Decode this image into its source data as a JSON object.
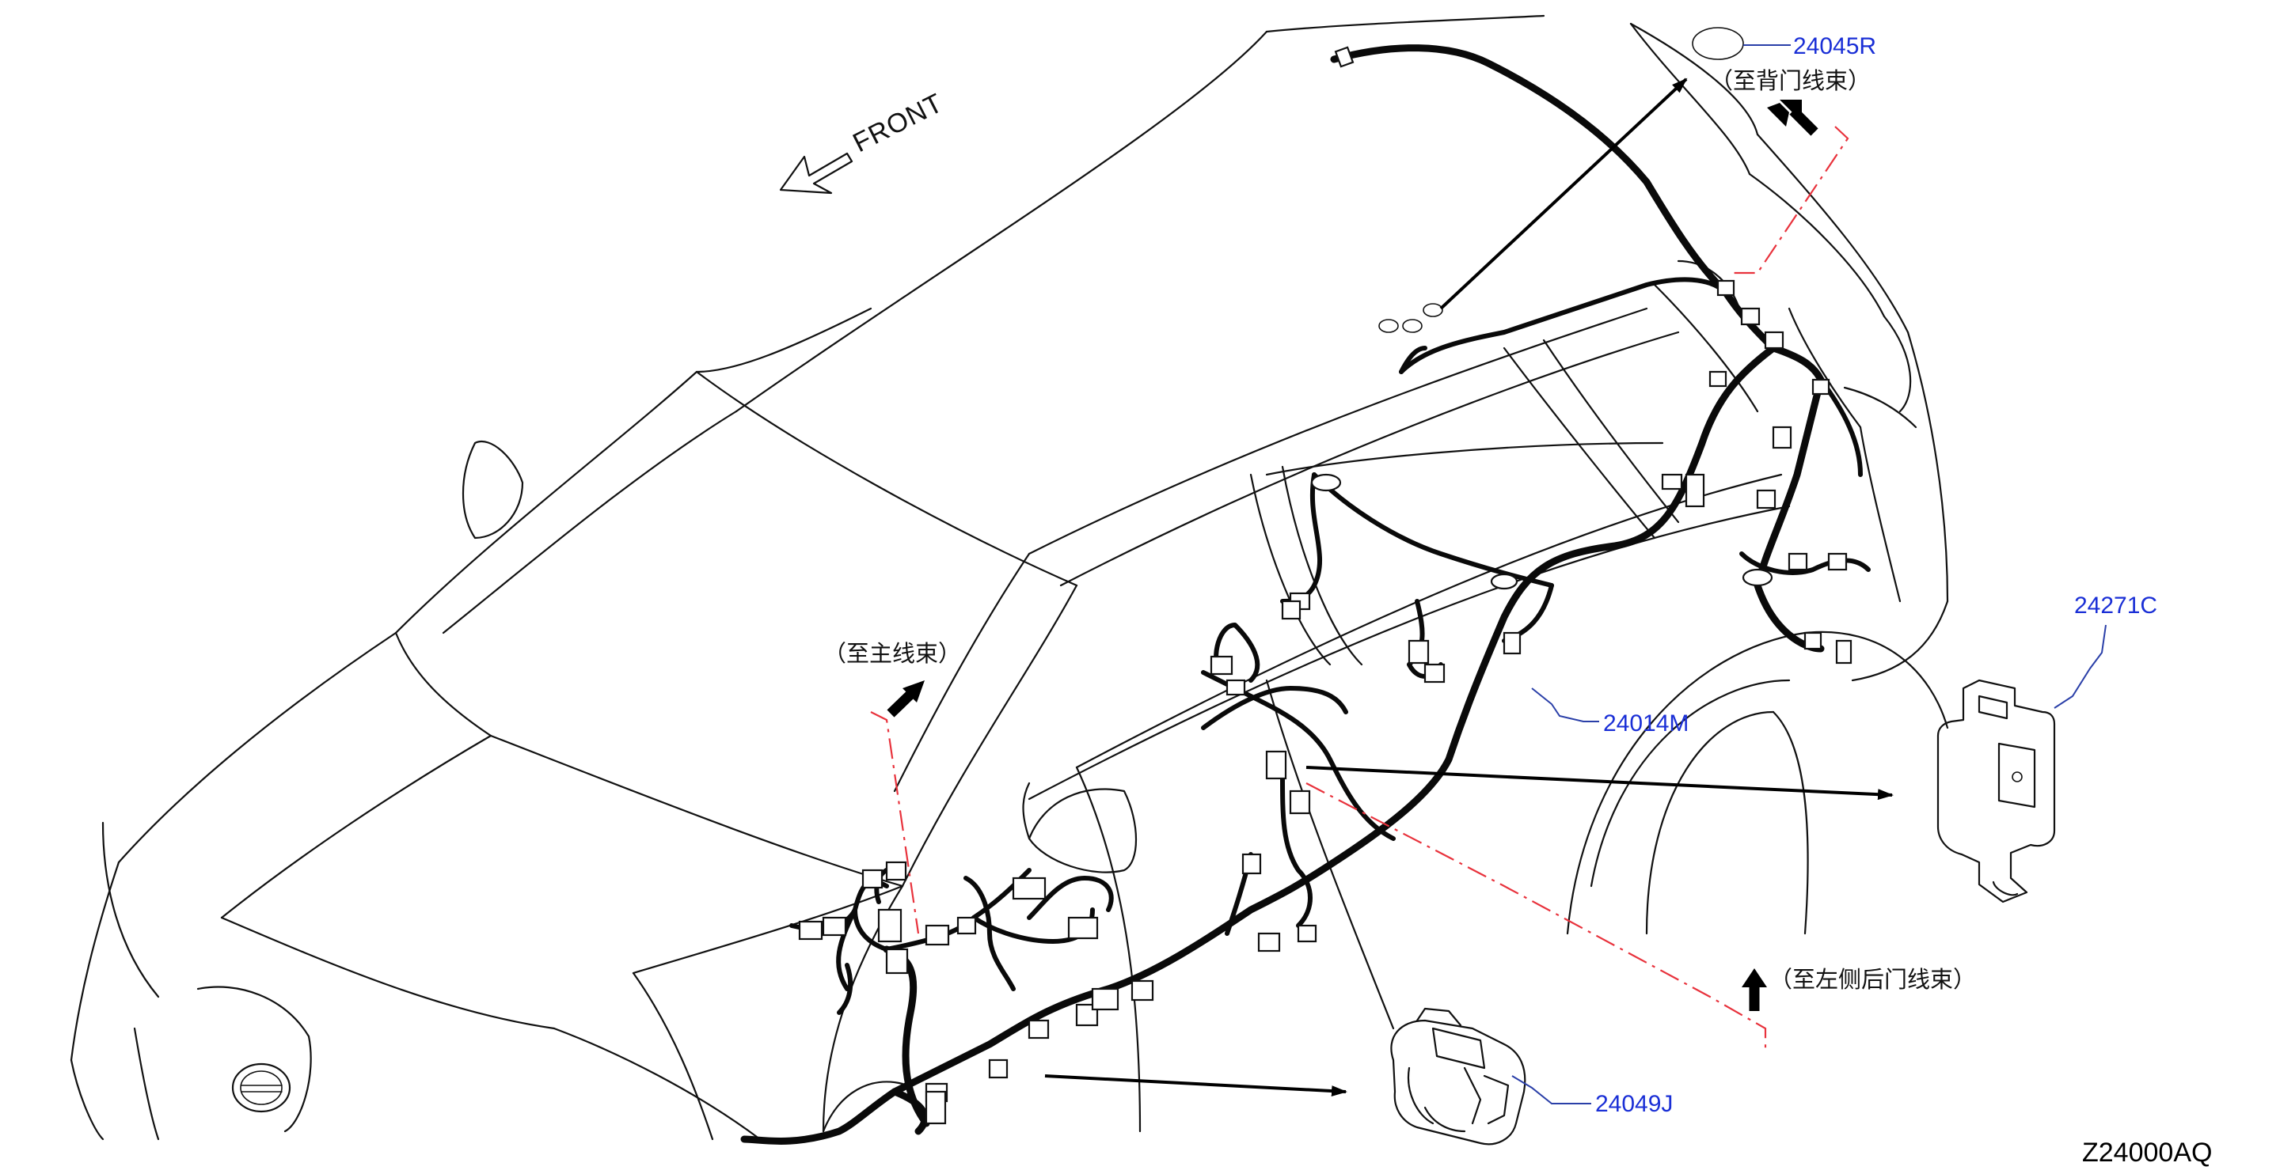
{
  "diagram": {
    "direction_label": "FRONT",
    "part_numbers": {
      "grommet": "24045R",
      "body_harness": "24014M",
      "bracket": "24271C",
      "clip": "24049J"
    },
    "notes": {
      "to_back_door": "（至背门线束）",
      "to_main": "（至主线束）",
      "to_rear_left_door": "（至左侧后门线束）"
    },
    "figure_code": "Z24000AQ",
    "colors": {
      "part_number_text": "#1a2fd6",
      "leader_line": "#2a3fa8",
      "dash_line": "#e8323c",
      "outline": "#111111"
    }
  }
}
